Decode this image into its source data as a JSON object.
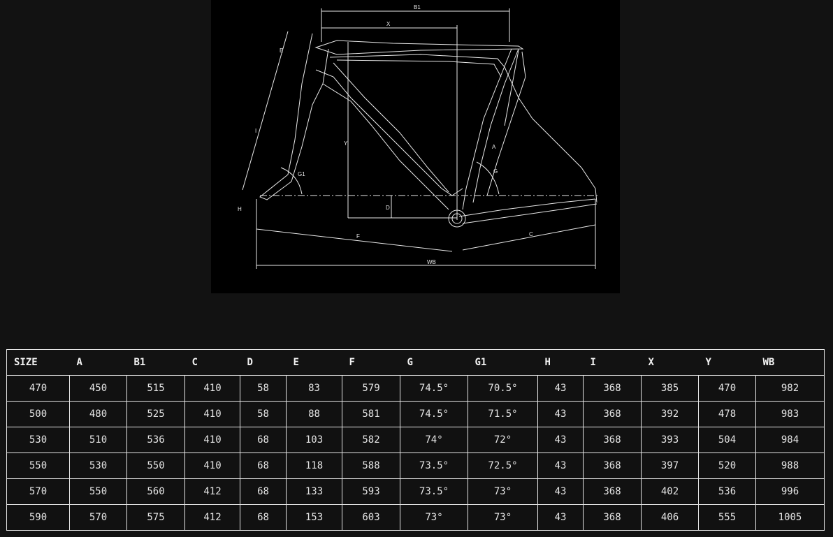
{
  "diagram": {
    "labels": {
      "b1": "B1",
      "x": "X",
      "y": "Y",
      "d": "D",
      "f": "F",
      "c": "C",
      "wb": "WB",
      "e": "E",
      "i": "I",
      "h": "H",
      "g": "G",
      "g1": "G1",
      "a": "A"
    }
  },
  "table": {
    "headers": [
      "SIZE",
      "A",
      "B1",
      "C",
      "D",
      "E",
      "F",
      "G",
      "G1",
      "H",
      "I",
      "X",
      "Y",
      "WB"
    ],
    "rows": [
      [
        "470",
        "450",
        "515",
        "410",
        "58",
        "83",
        "579",
        "74.5°",
        "70.5°",
        "43",
        "368",
        "385",
        "470",
        "982"
      ],
      [
        "500",
        "480",
        "525",
        "410",
        "58",
        "88",
        "581",
        "74.5°",
        "71.5°",
        "43",
        "368",
        "392",
        "478",
        "983"
      ],
      [
        "530",
        "510",
        "536",
        "410",
        "68",
        "103",
        "582",
        "74°",
        "72°",
        "43",
        "368",
        "393",
        "504",
        "984"
      ],
      [
        "550",
        "530",
        "550",
        "410",
        "68",
        "118",
        "588",
        "73.5°",
        "72.5°",
        "43",
        "368",
        "397",
        "520",
        "988"
      ],
      [
        "570",
        "550",
        "560",
        "412",
        "68",
        "133",
        "593",
        "73.5°",
        "73°",
        "43",
        "368",
        "402",
        "536",
        "996"
      ],
      [
        "590",
        "570",
        "575",
        "412",
        "68",
        "153",
        "603",
        "73°",
        "73°",
        "43",
        "368",
        "406",
        "555",
        "1005"
      ]
    ]
  }
}
